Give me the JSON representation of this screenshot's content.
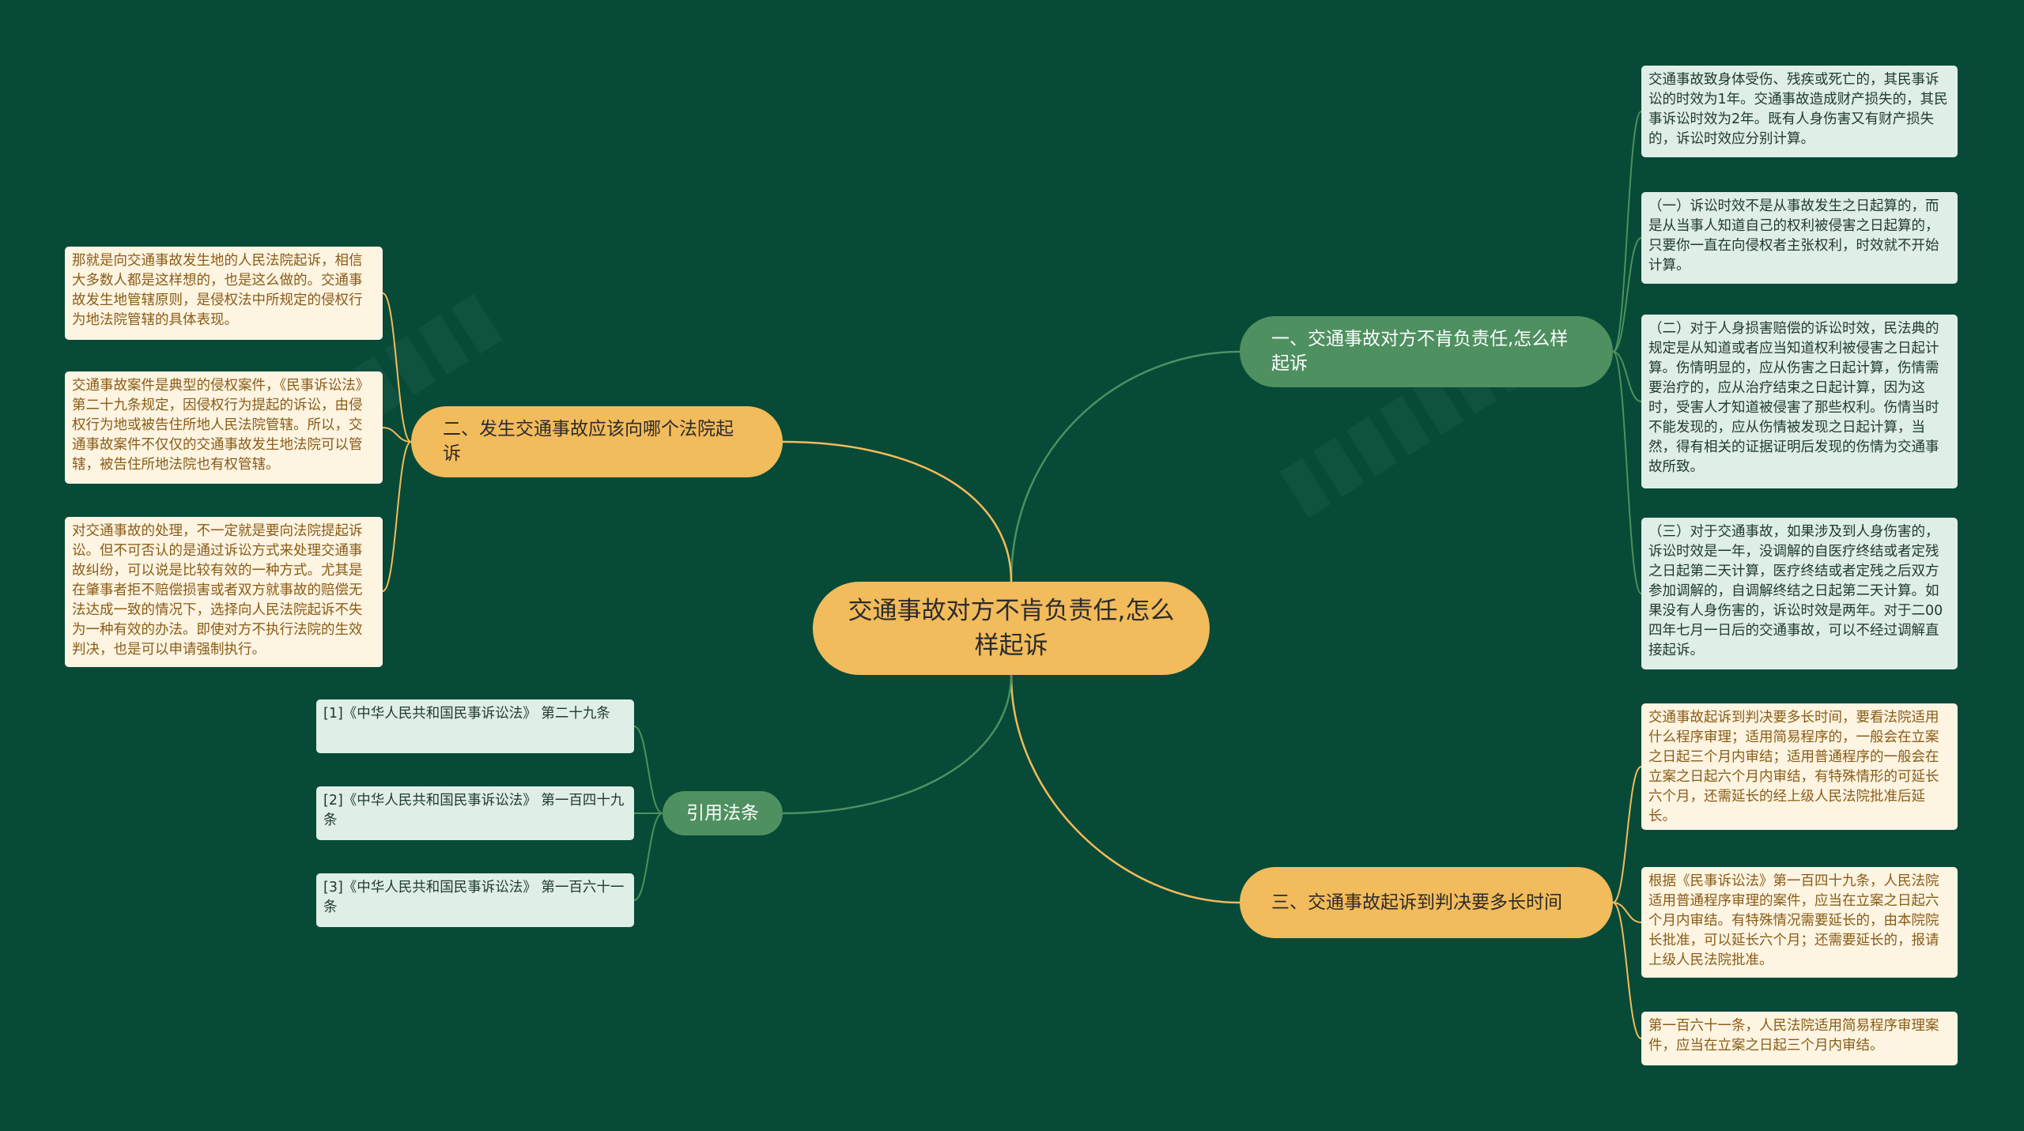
{
  "center": {
    "label": "交通事故对方不肯负责任,怎么样起诉"
  },
  "branches": {
    "b1": {
      "label": "一、交通事故对方不肯负责任,怎么样起诉",
      "children": [
        "交通事故致身体受伤、残疾或死亡的，其民事诉讼的时效为1年。交通事故造成财产损失的，其民事诉讼时效为2年。既有人身伤害又有财产损失的，诉讼时效应分别计算。",
        "（一）诉讼时效不是从事故发生之日起算的，而是从当事人知道自己的权利被侵害之日起算的，只要你一直在向侵权者主张权利，时效就不开始计算。",
        "（二）对于人身损害赔偿的诉讼时效，民法典的规定是从知道或者应当知道权利被侵害之日起计算。伤情明显的，应从伤害之日起计算，伤情需要治疗的，应从治疗结束之日起计算，因为这时，受害人才知道被侵害了那些权利。伤情当时不能发现的，应从伤情被发现之日起计算，当然，得有相关的证据证明后发现的伤情为交通事故所致。",
        "（三）对于交通事故，如果涉及到人身伤害的，诉讼时效是一年，没调解的自医疗终结或者定残之日起第二天计算，医疗终结或者定残之后双方参加调解的，自调解终结之日起第二天计算。如果没有人身伤害的，诉讼时效是两年。对于二00四年七月一日后的交通事故，可以不经过调解直接起诉。"
      ]
    },
    "b2": {
      "label": "二、发生交通事故应该向哪个法院起诉",
      "children": [
        "那就是向交通事故发生地的人民法院起诉，相信大多数人都是这样想的，也是这么做的。交通事故发生地管辖原则，是侵权法中所规定的侵权行为地法院管辖的具体表现。",
        "交通事故案件是典型的侵权案件，《民事诉讼法》第二十九条规定，因侵权行为提起的诉讼，由侵权行为地或被告住所地人民法院管辖。所以，交通事故案件不仅仅的交通事故发生地法院可以管辖，被告住所地法院也有权管辖。",
        "对交通事故的处理，不一定就是要向法院提起诉讼。但不可否认的是通过诉讼方式来处理交通事故纠纷，可以说是比较有效的一种方式。尤其是在肇事者拒不赔偿损害或者双方就事故的赔偿无法达成一致的情况下，选择向人民法院起诉不失为一种有效的办法。即使对方不执行法院的生效判决，也是可以申请强制执行。"
      ]
    },
    "b3": {
      "label": "三、交通事故起诉到判决要多长时间",
      "children": [
        "交通事故起诉到判决要多长时间，要看法院适用什么程序审理；适用简易程序的，一般会在立案之日起三个月内审结；适用普通程序的一般会在立案之日起六个月内审结，有特殊情形的可延长六个月，还需延长的经上级人民法院批准后延长。",
        "根据《民事诉讼法》第一百四十九条，人民法院适用普通程序审理的案件，应当在立案之日起六个月内审结。有特殊情况需要延长的，由本院院长批准，可以延长六个月；还需要延长的，报请上级人民法院批准。",
        "第一百六十一条，人民法院适用简易程序审理案件，应当在立案之日起三个月内审结。"
      ]
    },
    "b4": {
      "label": "引用法条",
      "children": [
        "[1]《中华人民共和国民事诉讼法》 第二十九条",
        "[2]《中华人民共和国民事诉讼法》 第一百四十九条",
        "[3]《中华人民共和国民事诉讼法》 第一百六十一条"
      ]
    }
  },
  "colors": {
    "background": "#074a37",
    "yellow_node": "#f2bb5b",
    "green_node": "#4e9060",
    "yellow_link": "#f2bb5b",
    "green_link": "#4e9060"
  }
}
